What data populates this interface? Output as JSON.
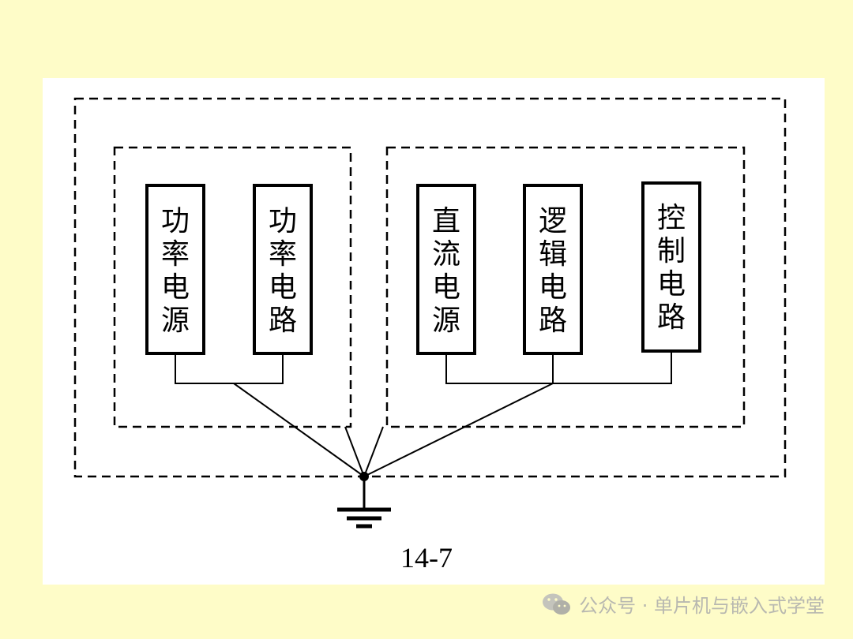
{
  "caption": "14-7",
  "watermark": "公众号 · 单片机与嵌入式学堂",
  "colors": {
    "slide_background": "#fefcc8",
    "panel": "#ffffff",
    "line": "#000000",
    "watermark": "#b8b8b0"
  },
  "icons": [
    "wechat-icon",
    "ground-symbol"
  ],
  "groups": [
    {
      "id": "power",
      "blocks": [
        {
          "id": "power-supply",
          "chars": [
            "功",
            "率",
            "电",
            "源"
          ]
        },
        {
          "id": "power-circuit",
          "chars": [
            "功",
            "率",
            "电",
            "路"
          ]
        }
      ]
    },
    {
      "id": "control",
      "blocks": [
        {
          "id": "dc-supply",
          "chars": [
            "直",
            "流",
            "电",
            "源"
          ]
        },
        {
          "id": "logic-circuit",
          "chars": [
            "逻",
            "辑",
            "电",
            "路"
          ]
        },
        {
          "id": "control-circuit",
          "chars": [
            "控",
            "制",
            "电",
            "路"
          ]
        }
      ]
    }
  ]
}
